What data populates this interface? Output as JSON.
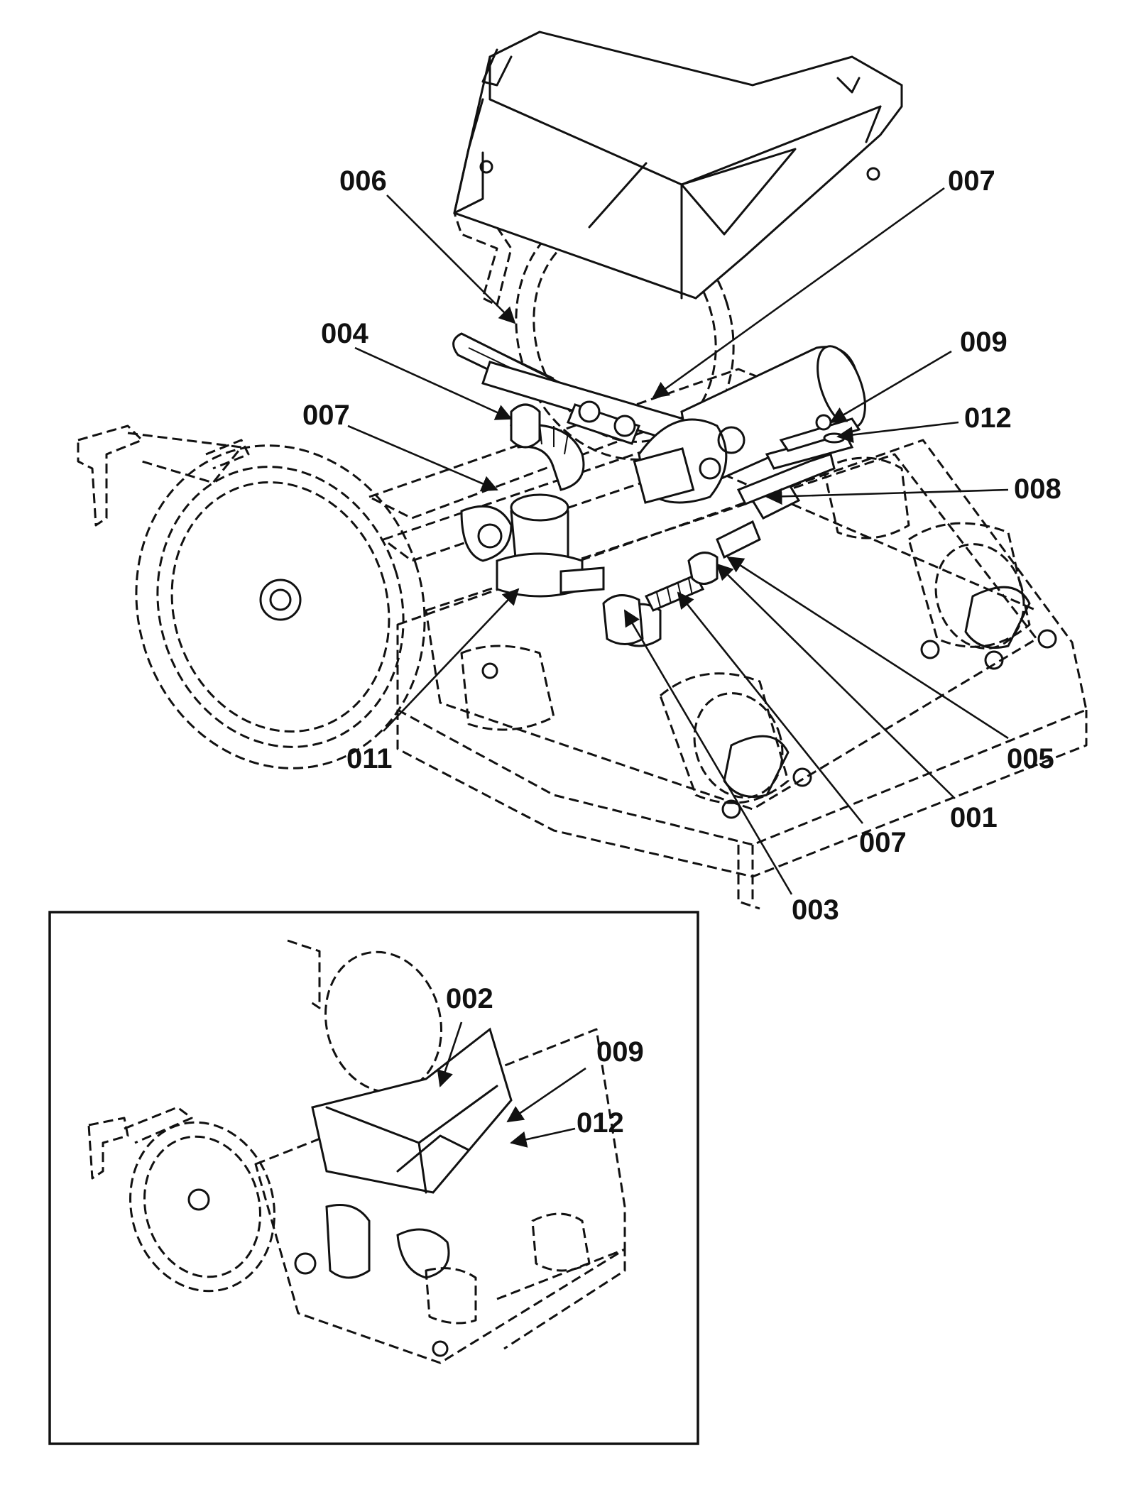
{
  "main_view": {
    "callouts": [
      "006",
      "007",
      "004",
      "007",
      "009",
      "012",
      "008",
      "011",
      "005",
      "001",
      "007",
      "003"
    ]
  },
  "inset_view": {
    "callouts": [
      "002",
      "009",
      "012"
    ]
  }
}
